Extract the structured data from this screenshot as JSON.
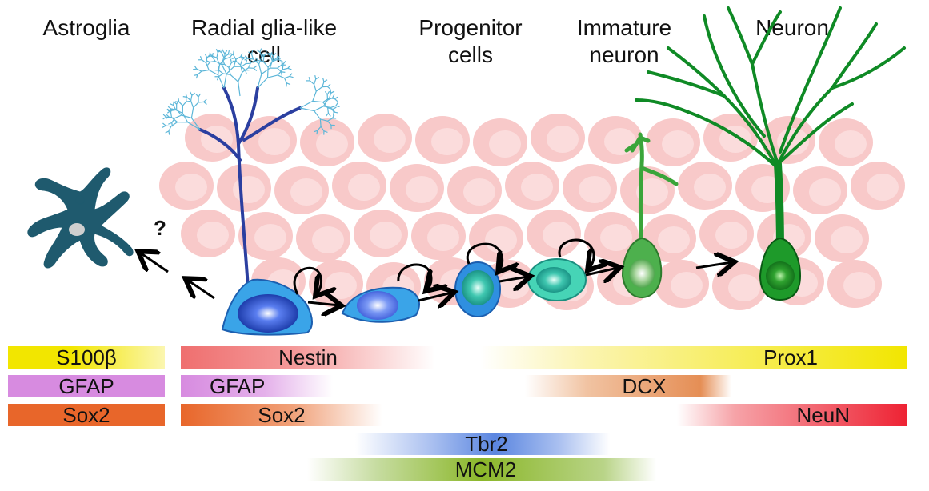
{
  "stages": [
    {
      "id": "astroglia",
      "label": "Astroglia"
    },
    {
      "id": "radial",
      "label": "Radial glia-like\ncell"
    },
    {
      "id": "progenitor",
      "label": "Progenitor\ncells"
    },
    {
      "id": "immature",
      "label": "Immature\nneuron"
    },
    {
      "id": "neuron",
      "label": "Neuron"
    }
  ],
  "question_mark": "?",
  "markers": {
    "astro_s100b": "S100β",
    "astro_gfap": "GFAP",
    "astro_sox2": "Sox2",
    "nestin": "Nestin",
    "rgl_gfap": "GFAP",
    "rgl_sox2": "Sox2",
    "prox1": "Prox1",
    "dcx": "DCX",
    "neun": "NeuN",
    "tbr2": "Tbr2",
    "mcm2": "MCM2"
  },
  "colors": {
    "yellow": "#f2e600",
    "violet": "#d78be0",
    "orange": "#e8662a",
    "nestin": "#ef6f6f",
    "dcx": "#e58e55",
    "neun": "#ee2233",
    "tbr2": "#5b86e0",
    "mcm2": "#8bb72a",
    "astro": "#1f5a6e",
    "tissue": "#f8c9c9"
  }
}
